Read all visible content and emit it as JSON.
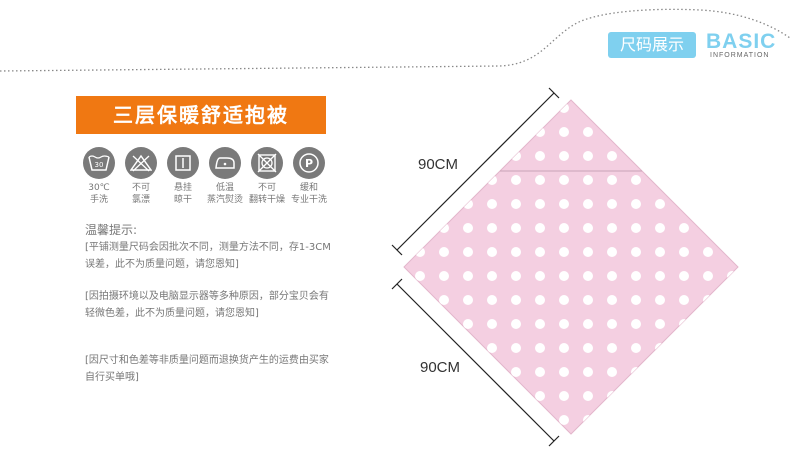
{
  "header": {
    "badge_cn": "尺码展示",
    "badge_basic": "BASIC",
    "badge_info": "INFORMATION"
  },
  "product": {
    "title": "三层保暖舒适抱被"
  },
  "care_icons": [
    {
      "icon": "wash-30-icon",
      "glyph": "30",
      "line1": "30℃",
      "line2": "手洗"
    },
    {
      "icon": "no-bleach-icon",
      "line1": "不可",
      "line2": "氯漂"
    },
    {
      "icon": "hang-dry-icon",
      "line1": "悬挂",
      "line2": "晾干"
    },
    {
      "icon": "low-iron-icon",
      "line1": "低温",
      "line2": "蒸汽熨烫"
    },
    {
      "icon": "no-tumble-dry-icon",
      "line1": "不可",
      "line2": "翻转干燥"
    },
    {
      "icon": "dry-clean-p-icon",
      "glyph": "P",
      "line1": "缓和",
      "line2": "专业干洗"
    }
  ],
  "tips": {
    "title": "温馨提示:",
    "items": [
      "[平铺测量尺码会因批次不同，测量方法不同，存1-3CM误差，此不为质量问题，请您恩知]",
      "[因拍摄环境以及电脑显示器等多种原因，部分宝贝会有轻微色差，此不为质量问题，请您恩知]",
      "[因尺寸和色差等非质量问题而退换货产生的运费由买家自行买单哦]"
    ]
  },
  "dimensions": {
    "top": "90CM",
    "bottom": "90CM"
  },
  "colors": {
    "accent_orange": "#f07812",
    "accent_blue": "#7fd0ef",
    "blanket_pink": "#f4cfe1",
    "icon_gray": "#7a7a7a"
  }
}
